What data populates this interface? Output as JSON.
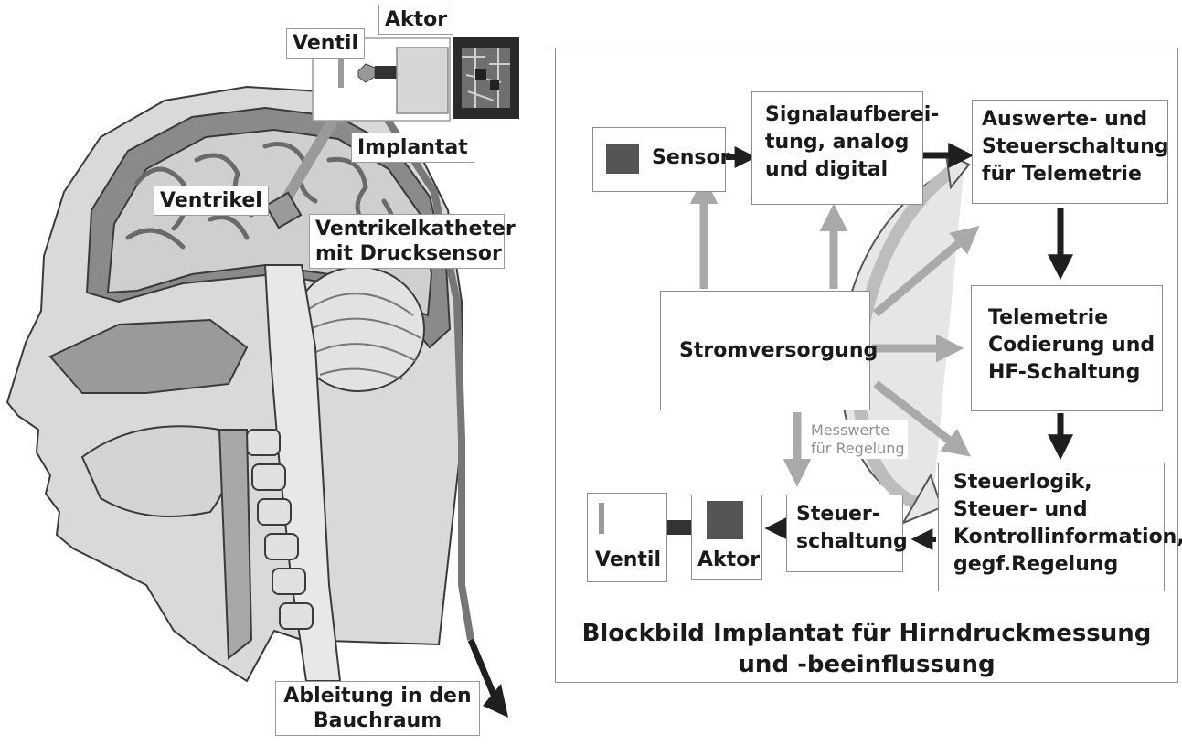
{
  "left_panel": {
    "labels": {
      "ventil": "Ventil",
      "aktor": "Aktor",
      "implantat": "Implantat",
      "ventrikel": "Ventrikel",
      "katheter_line1": "Ventrikelkatheter",
      "katheter_line2": "mit Drucksensor",
      "ableitung_line1": "Ableitung in den",
      "ableitung_line2": "Bauchraum"
    }
  },
  "block_diagram": {
    "sensor": "Sensor",
    "signal": [
      "Signalaufberei-",
      "tung, analog",
      "und digital"
    ],
    "auswerte": [
      "Auswerte- und",
      "Steuerschaltung",
      "für Telemetrie"
    ],
    "strom": "Stromversorgung",
    "telemetrie": [
      "Telemetrie",
      "Codierung und",
      "HF-Schaltung"
    ],
    "steuerlogik": [
      "Steuerlogik,",
      "Steuer- und",
      "Kontrollinformation,",
      "gegf.Regelung"
    ],
    "steuerschaltung": [
      "Steuer-",
      "schaltung"
    ],
    "ventil": "Ventil",
    "aktor": "Aktor",
    "messwerte": [
      "Messwerte",
      "für Regelung"
    ],
    "caption": [
      "Blockbild Implantat für Hirndruckmessung",
      "und -beeinflussung"
    ]
  },
  "colors": {
    "dark_arrow": "#1f1f1f",
    "light_arrow": "#a9a9a9",
    "sensor_fill": "#555555",
    "valve_fill": "#9a9a9a"
  }
}
